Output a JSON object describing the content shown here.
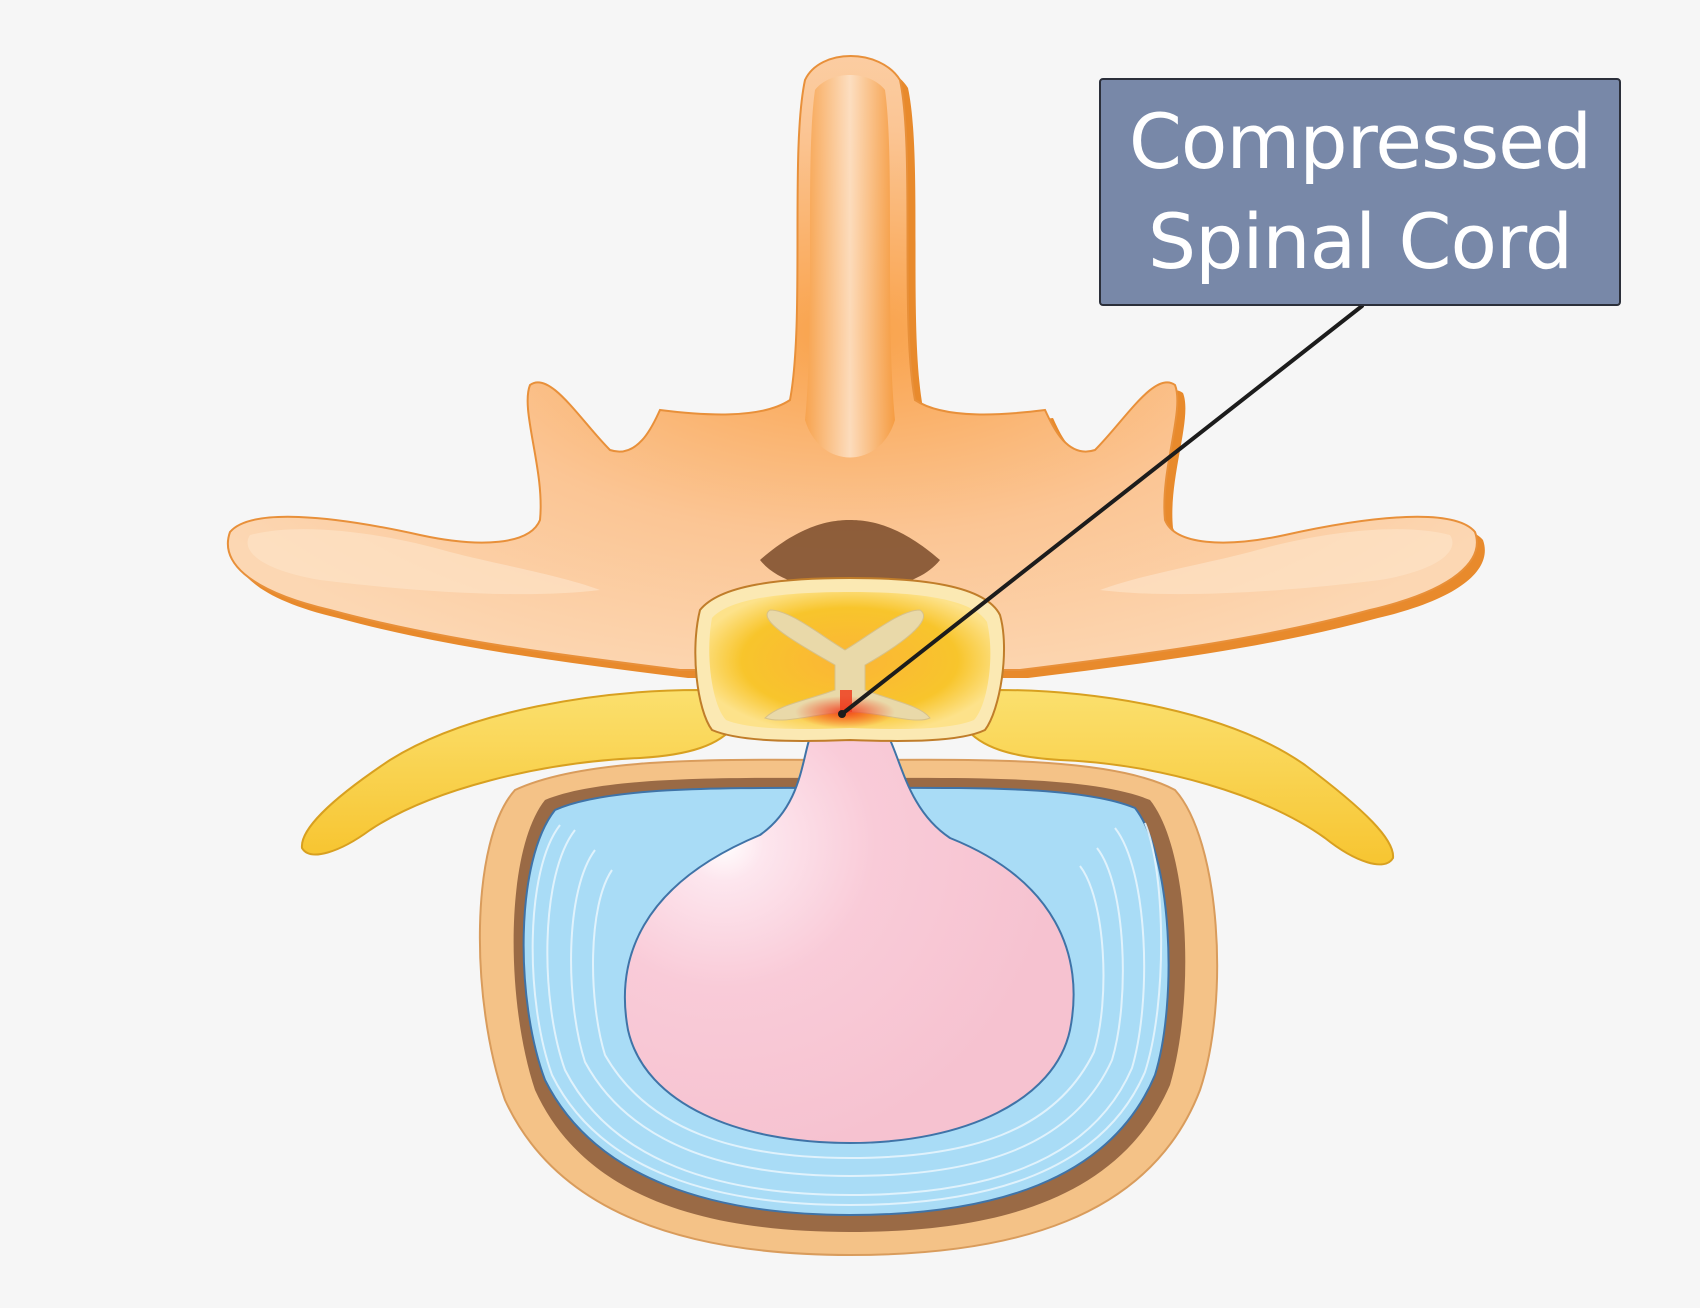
{
  "diagram": {
    "callout": {
      "line1": "Compressed",
      "line2": "Spinal Cord"
    },
    "parts": [
      {
        "name": "vertebra",
        "color": "#f7a64d"
      },
      {
        "name": "spinal-cord",
        "color": "#f5c318"
      },
      {
        "name": "nerve-roots",
        "color": "#f9d24a"
      },
      {
        "name": "annulus-fibrosus",
        "color": "#a9dcf6"
      },
      {
        "name": "herniated-nucleus-pulposus",
        "color": "#f8c9d6"
      },
      {
        "name": "vertebral-body-rim",
        "color": "#f4c287"
      }
    ]
  }
}
